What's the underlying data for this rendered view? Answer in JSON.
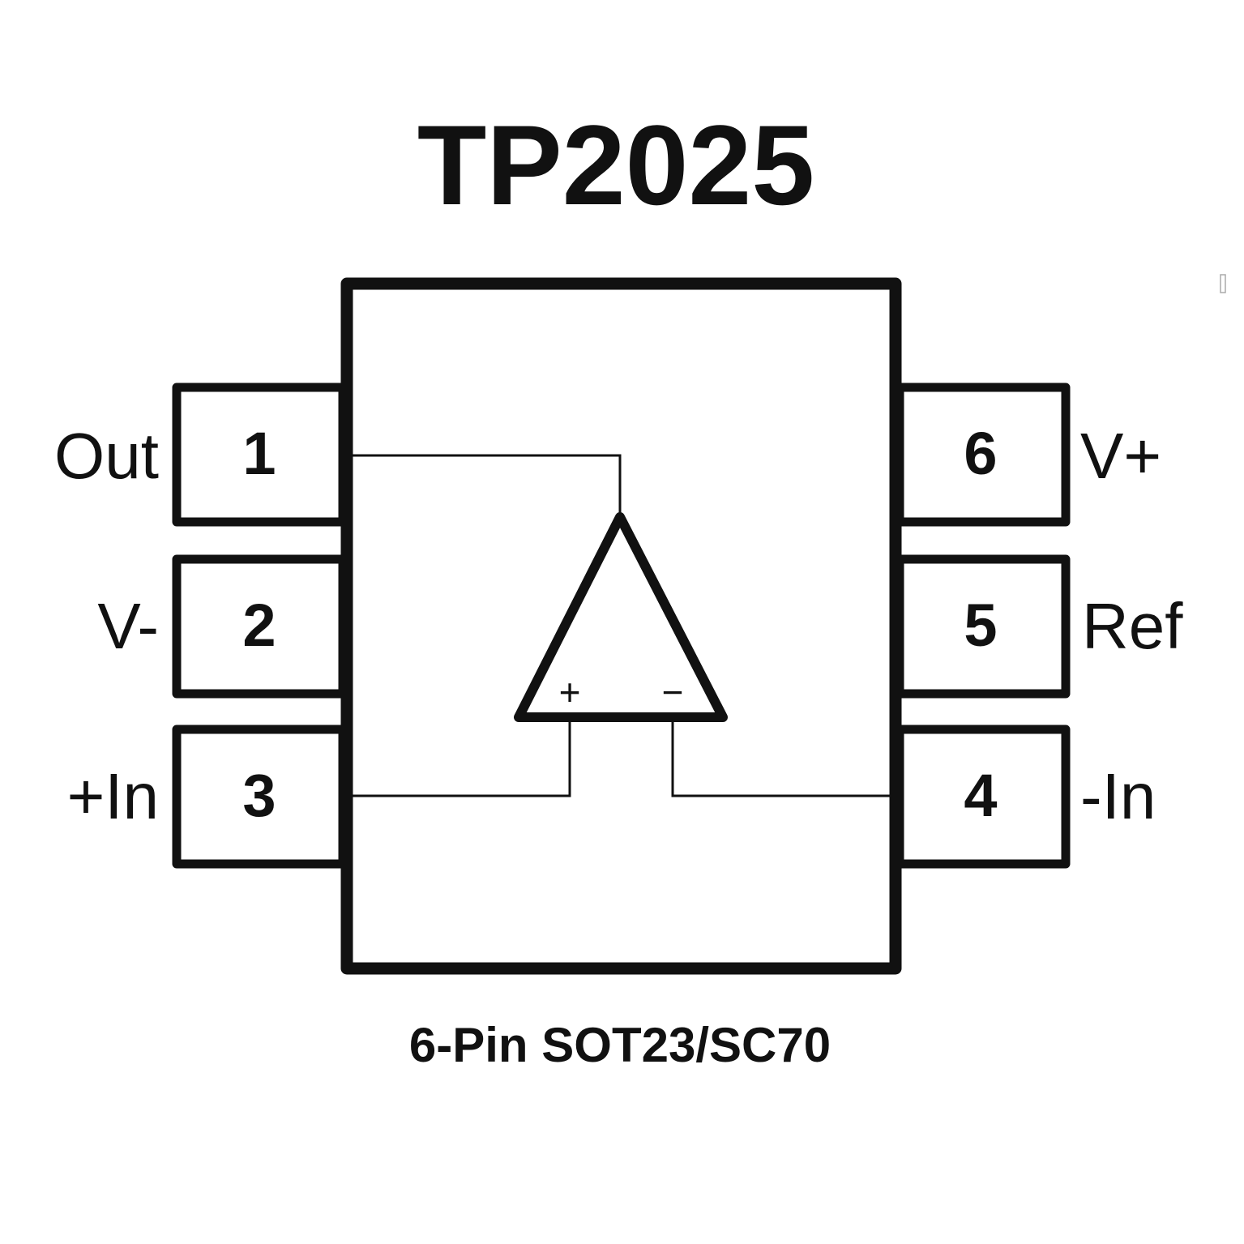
{
  "title": "TP2025",
  "package": "6-Pin SOT23/SC70",
  "pins_left": [
    {
      "number": "1",
      "label": "Out"
    },
    {
      "number": "2",
      "label": "V-"
    },
    {
      "number": "3",
      "label": "+In"
    }
  ],
  "pins_right": [
    {
      "number": "6",
      "label": "V+"
    },
    {
      "number": "5",
      "label": "Ref"
    },
    {
      "number": "4",
      "label": "-In"
    }
  ],
  "opamp": {
    "plus": "+",
    "minus": "−"
  }
}
